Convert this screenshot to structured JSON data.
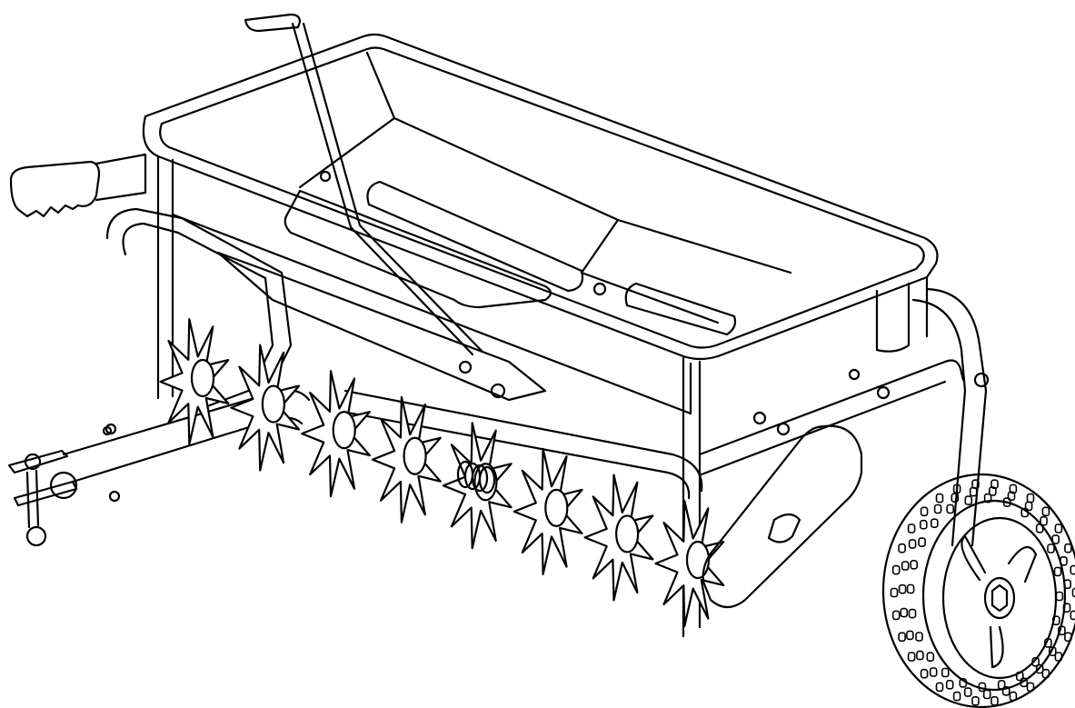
{
  "figure": {
    "colors": {
      "ink": "#000000",
      "paper": "#ffffff"
    }
  },
  "spike_wheel_count": 8,
  "spikes_per_wheel": 9,
  "tire_tread_rows": 3
}
